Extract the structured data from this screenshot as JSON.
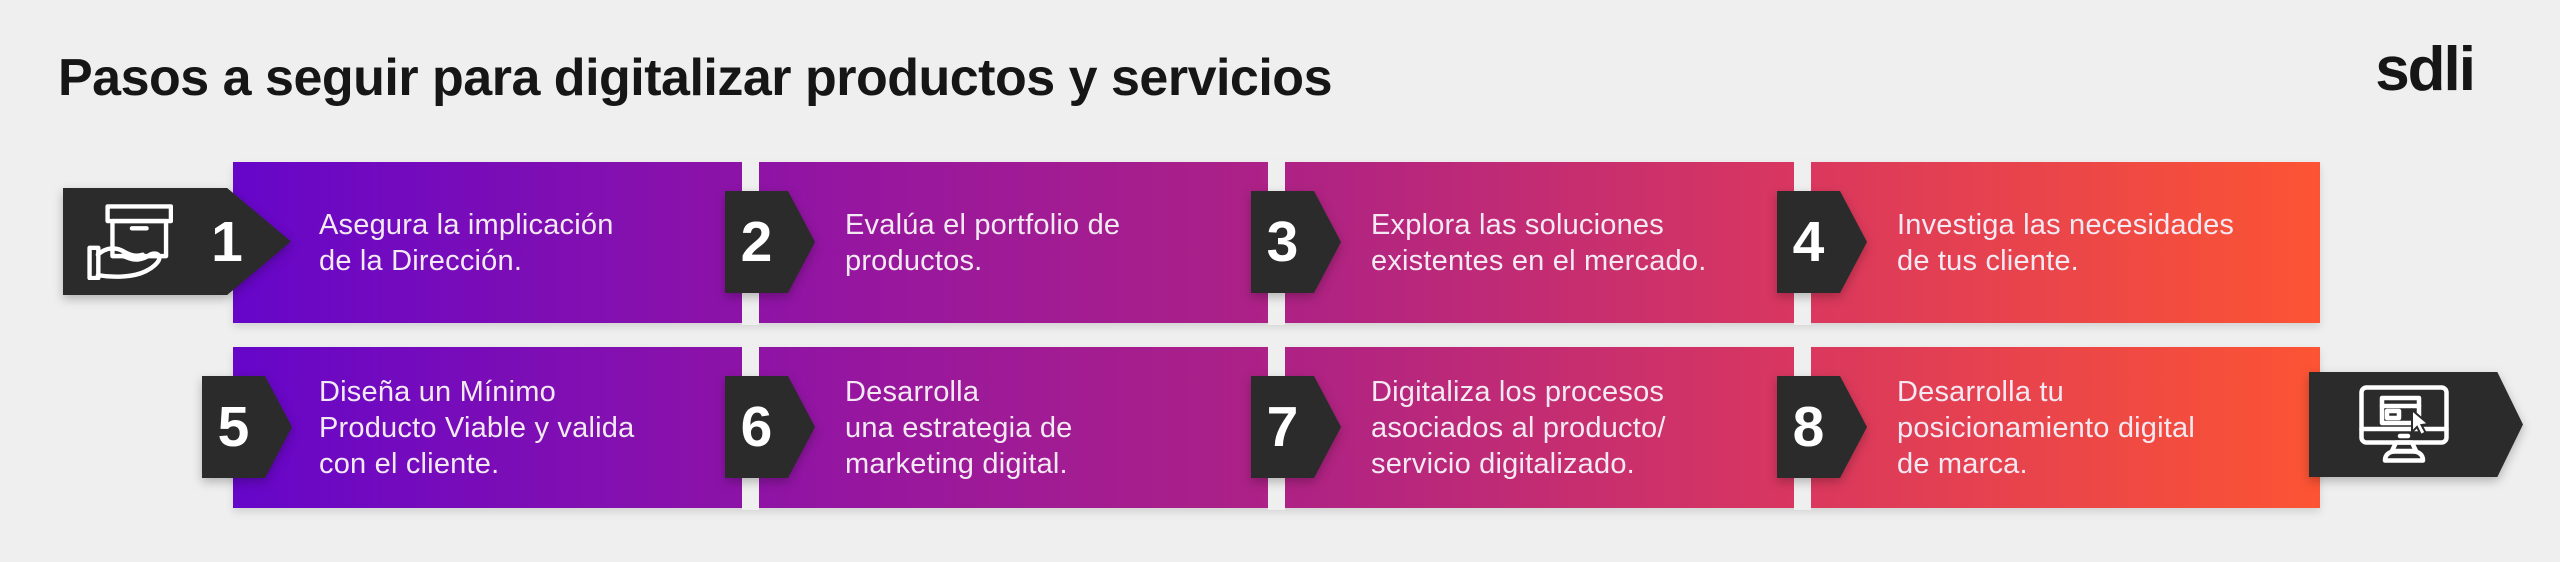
{
  "page": {
    "background_color": "#efefef"
  },
  "header": {
    "title": "Pasos a seguir para digitalizar productos y servicios",
    "logo_text": "sdli"
  },
  "palette": {
    "gradient_start": "#6606c9",
    "gradient_mid": "#b02383",
    "gradient_end": "#fc5433",
    "marker_black": "#2b2b2b",
    "step_text_color": "#f3e9f2"
  },
  "icons": {
    "start": "hand-holding-box-icon",
    "end": "monitor-click-icon"
  },
  "steps": [
    {
      "number": "1",
      "lines": [
        "Asegura la implicación",
        "de la Dirección."
      ]
    },
    {
      "number": "2",
      "lines": [
        "Evalúa el portfolio de",
        "productos."
      ]
    },
    {
      "number": "3",
      "lines": [
        "Explora las soluciones",
        "existentes en el mercado."
      ]
    },
    {
      "number": "4",
      "lines": [
        "Investiga las necesidades",
        "de tus cliente."
      ]
    },
    {
      "number": "5",
      "lines": [
        "Diseña un Mínimo",
        "Producto Viable y valida",
        "con el cliente."
      ]
    },
    {
      "number": "6",
      "lines": [
        "Desarrolla",
        "una estrategia de",
        "marketing digital."
      ]
    },
    {
      "number": "7",
      "lines": [
        "Digitaliza los procesos",
        "asociados al producto/",
        "servicio digitalizado."
      ]
    },
    {
      "number": "8",
      "lines": [
        "Desarrolla tu",
        "posicionamiento digital",
        "de marca."
      ]
    }
  ]
}
